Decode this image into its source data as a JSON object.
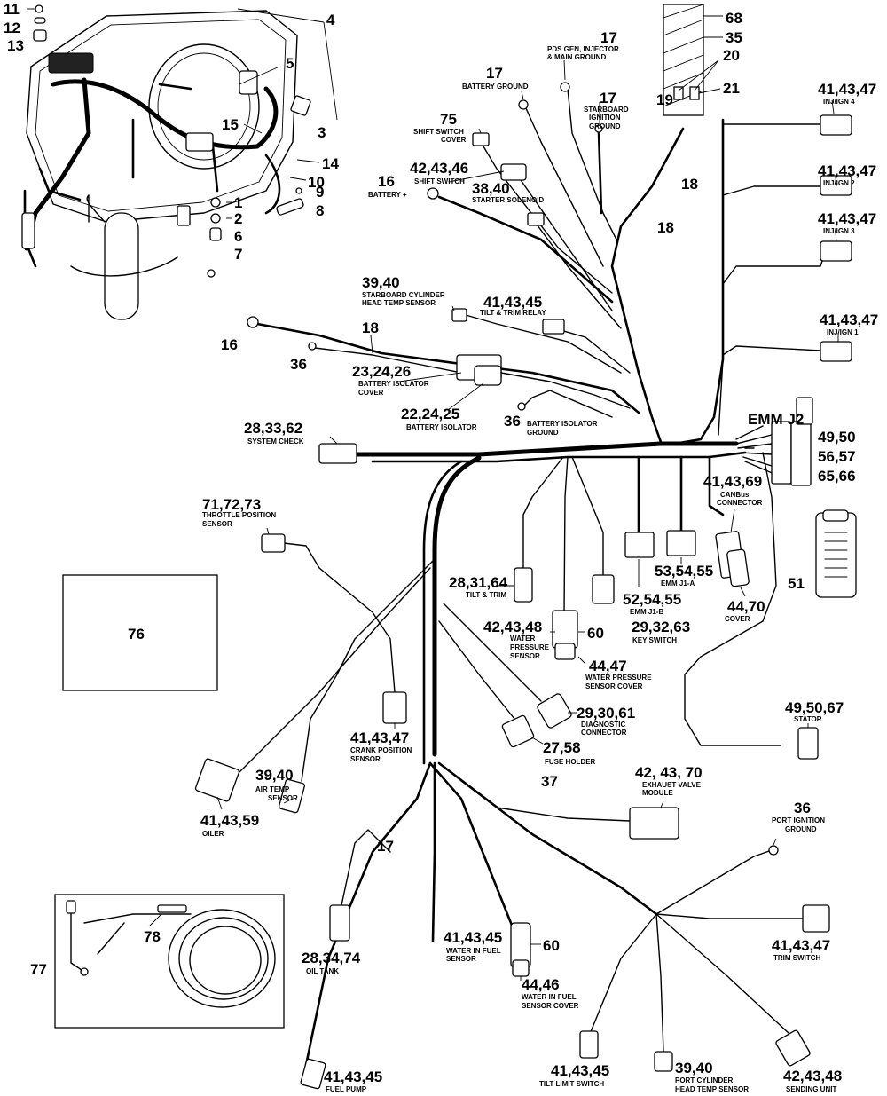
{
  "callouts": {
    "c_11": "11",
    "c_12": "12",
    "c_13": "13",
    "c_4": "4",
    "c_5": "5",
    "c_3": "3",
    "c_15": "15",
    "c_14": "14",
    "c_10": "10",
    "c_9": "9",
    "c_8": "8",
    "c_1": "1",
    "c_2": "2",
    "c_6": "6",
    "c_7": "7",
    "c_68": "68",
    "c_35": "35",
    "c_20": "20",
    "c_19": "19",
    "c_21": "21",
    "c_17_pds": "17",
    "c_17_batgnd": "17",
    "c_17_stbd": "17",
    "c_75": "75",
    "c_42_43_46": "42,43,46",
    "c_16_bat": "16",
    "c_38_40": "38,40",
    "c_18_main": "18",
    "c_18_clip": "18",
    "c_inj4": "41,43,47",
    "c_inj2": "41,43,47",
    "c_inj3": "41,43,47",
    "c_inj1": "41,43,47",
    "c_39_40_stbd": "39,40",
    "c_41_43_45_tilt": "41,43,45",
    "c_16_left": "16",
    "c_18_iso": "18",
    "c_36_iso": "36",
    "c_23_24_26": "23,24,26",
    "c_22_24_25": "22,24,25",
    "c_36_isognd": "36",
    "c_28_33_62": "28,33,62",
    "c_emm_j2_num1": "49,50",
    "c_emm_j2_num2": "56,57",
    "c_emm_j2_num3": "65,66",
    "c_41_43_69": "41,43,69",
    "c_51": "51",
    "c_71_72_73": "71,72,73",
    "c_76": "76",
    "c_28_31_64": "28,31,64",
    "c_53_54_55": "53,54,55",
    "c_52_54_55": "52,54,55",
    "c_44_70": "44,70",
    "c_42_43_48_wp": "42,43,48",
    "c_60_wp": "60",
    "c_29_32_63": "29,32,63",
    "c_44_47": "44,47",
    "c_49_50_67": "49,50,67",
    "c_29_30_61": "29,30,61",
    "c_27_58": "27,58",
    "c_37": "37",
    "c_41_43_47_crank": "41,43,47",
    "c_42_43_70": "42, 43, 70",
    "c_39_40_air": "39,40",
    "c_41_43_59": "41,43,59",
    "c_36_port": "36",
    "c_17_oil": "17",
    "c_77": "77",
    "c_78": "78",
    "c_28_34_74": "28,34,74",
    "c_41_43_45_wif": "41,43,45",
    "c_60_wif": "60",
    "c_44_46": "44,46",
    "c_41_43_47_trim": "41,43,47",
    "c_41_43_45_fuel": "41,43,45",
    "c_41_43_45_tiltlim": "41,43,45",
    "c_39_40_port": "39,40",
    "c_42_43_48_send": "42,43,48"
  },
  "captions": {
    "pds_1": "PDS GEN, INJECTOR",
    "pds_2": "& MAIN GROUND",
    "battery_ground": "BATTERY GROUND",
    "stbd_ign_1": "STARBOARD",
    "stbd_ign_2": "IGNITION",
    "stbd_ign_3": "GROUND",
    "shift_cover_1": "SHIFT SWITCH",
    "shift_cover_2": "COVER",
    "shift_switch": "SHIFT SWITCH",
    "battery_plus": "BATTERY +",
    "starter_solenoid": "STARTER SOLENOID",
    "inj4": "INJ/IGN 4",
    "inj2": "INJ/IGN 2",
    "inj3": "INJ/IGN 3",
    "inj1": "INJ/IGN 1",
    "stbd_cyl_1": "STARBOARD CYLINDER",
    "stbd_cyl_2": "HEAD TEMP SENSOR",
    "tilt_trim_relay": "TILT & TRIM RELAY",
    "bat_iso_cover_1": "BATTERY ISOLATOR",
    "bat_iso_cover_2": "COVER",
    "bat_iso": "BATTERY ISOLATOR",
    "bat_iso_gnd_1": "BATTERY ISOLATOR",
    "bat_iso_gnd_2": "GROUND",
    "system_check": "SYSTEM CHECK",
    "emm_j2": "EMM J2",
    "canbus_1": "CANBus",
    "canbus_2": "CONNECTOR",
    "tps_1": "THROTTLE POSITION",
    "tps_2": "SENSOR",
    "tilt_trim": "TILT & TRIM",
    "emm_j1a": "EMM J1-A",
    "emm_j1b": "EMM J1-B",
    "cover": "COVER",
    "wp_1": "WATER",
    "wp_2": "PRESSURE",
    "wp_3": "SENSOR",
    "key_switch": "KEY SWITCH",
    "wp_cover_1": "WATER PRESSURE",
    "wp_cover_2": "SENSOR COVER",
    "stator": "STATOR",
    "diag_1": "DIAGNOSTIC",
    "diag_2": "CONNECTOR",
    "fuse_holder": "FUSE HOLDER",
    "crank_1": "CRANK POSITION",
    "crank_2": "SENSOR",
    "exhaust_1": "EXHAUST VALVE",
    "exhaust_2": "MODULE",
    "air_1": "AIR TEMP",
    "air_2": "SENSOR",
    "oiler": "OILER",
    "port_ign_1": "PORT IGNITION",
    "port_ign_2": "GROUND",
    "oil_tank": "OIL TANK",
    "wif_1": "WATER IN FUEL",
    "wif_2": "SENSOR",
    "wif_cover_1": "WATER IN FUEL",
    "wif_cover_2": "SENSOR COVER",
    "trim_switch": "TRIM SWITCH",
    "fuel_pump": "FUEL PUMP",
    "tilt_limit": "TILT LIMIT SWITCH",
    "port_cyl_1": "PORT CYLINDER",
    "port_cyl_2": "HEAD TEMP SENSOR",
    "sending_unit": "SENDING UNIT"
  },
  "icons": [
    "ring-terminal-icon",
    "bullet-connector-icon",
    "multi-pin-connector-icon",
    "boot-cover-icon",
    "cable-clip-icon",
    "engine-module-icon"
  ]
}
